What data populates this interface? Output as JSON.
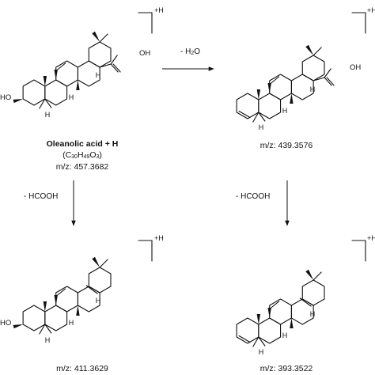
{
  "compounds": [
    {
      "id": "oleanolic",
      "name": "Oleanolic acid + H",
      "formula": {
        "c": "30",
        "h": "49",
        "o": "3"
      },
      "mz": "m/z: 457.3682",
      "adduct": "+H",
      "substituents": {
        "hydroxyl": "HO",
        "carboxyl": "OH",
        "ring_h": "H"
      }
    },
    {
      "id": "dehydrated",
      "mz": "m/z: 439.3576",
      "adduct": "+H",
      "substituents": {
        "carboxyl": "OH",
        "ring_h": "H"
      }
    },
    {
      "id": "decarboxylated",
      "mz": "m/z: 411.3629",
      "adduct": "+H",
      "substituents": {
        "hydroxyl": "HO",
        "ring_h": "H"
      }
    },
    {
      "id": "fully-fragmented",
      "mz": "m/z: 393.3522",
      "adduct": "+H",
      "substituents": {
        "ring_h": "H"
      }
    }
  ],
  "transitions": [
    {
      "from": "oleanolic",
      "to": "dehydrated",
      "loss": "- H",
      "loss_sub": "2",
      "loss_tail": "O"
    },
    {
      "from": "oleanolic",
      "to": "decarboxylated",
      "loss": "- HCOOH"
    },
    {
      "from": "dehydrated",
      "to": "fully-fragmented",
      "loss": "- HCOOH"
    }
  ]
}
